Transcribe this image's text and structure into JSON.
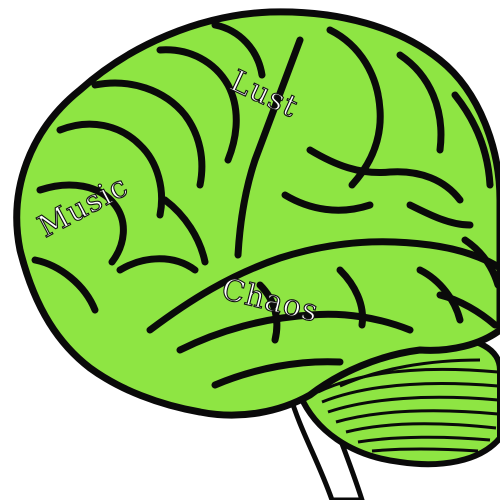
{
  "labels": {
    "lust": "Lust",
    "music": "Music",
    "chaos": "Chaos"
  },
  "colors": {
    "brain_fill": "#8ee543",
    "outline": "#0a0a0a",
    "label_fill": "#ffffff",
    "background": "#ffffff"
  }
}
